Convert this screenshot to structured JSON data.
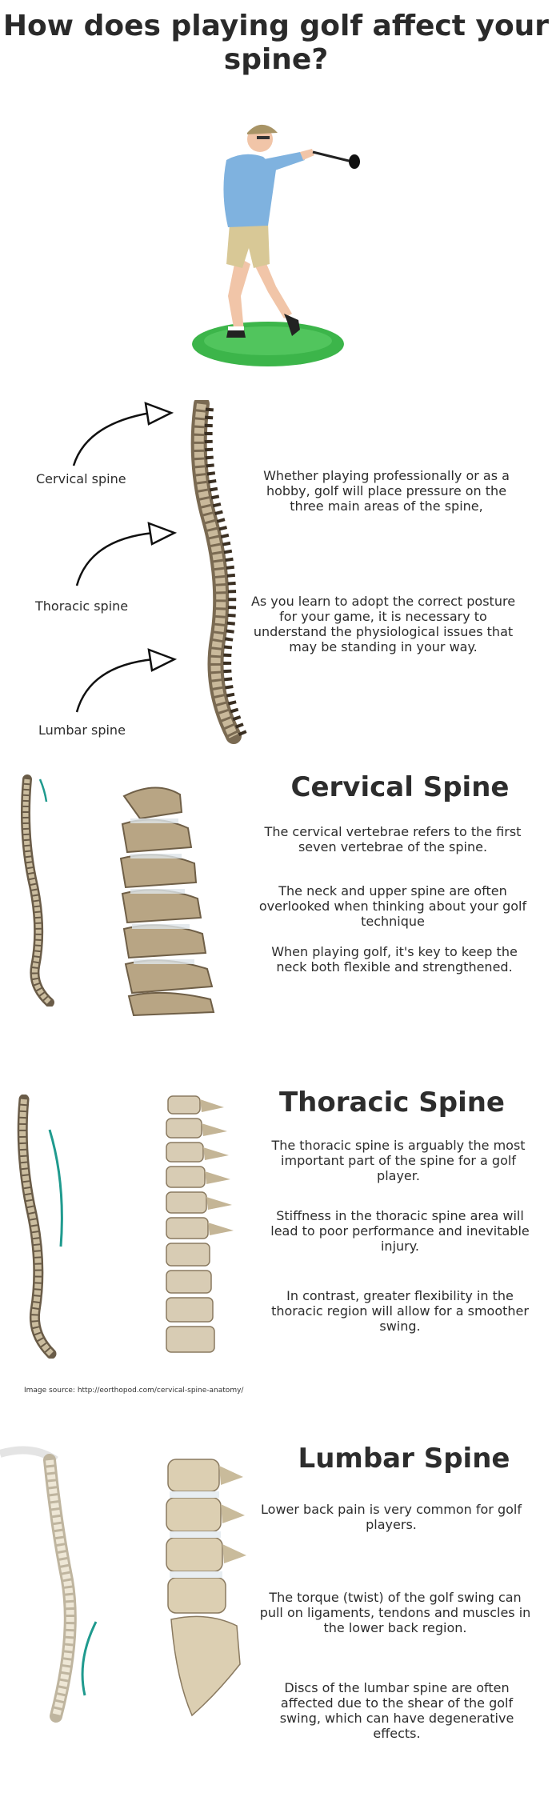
{
  "title": "How does playing golf affect your\nspine?",
  "overview": {
    "labels": [
      "Cervical spine",
      "Thoracic spine",
      "Lumbar spine"
    ],
    "text1": "Whether playing professionally or as a hobby, golf will place pressure  on the three main areas of the spine,",
    "text2": "As you learn to adopt the correct posture for your game, it is necessary to understand the physiological issues that may be standing in your way."
  },
  "cervical": {
    "heading": "Cervical Spine",
    "p1": "The cervical vertebrae refers to the first seven vertebrae of the spine.",
    "p2": "The neck and upper spine are often overlooked when thinking about your golf technique",
    "p3": "When playing golf, it's key to keep the neck both flexible and strengthened."
  },
  "thoracic": {
    "heading": "Thoracic Spine",
    "p1": "The thoracic spine is arguably the most important part of the spine for a golf player.",
    "p2": "Stiffness in the thoracic spine area will lead to poor performance and inevitable injury.",
    "p3": "In contrast, greater flexibility in the thoracic region will allow for a smoother swing."
  },
  "image_source": "Image source: http://eorthopod.com/cervical-spine-anatomy/",
  "lumbar": {
    "heading": "Lumbar Spine",
    "p1": "Lower back pain is very common for golf players.",
    "p2": "The torque (twist) of the golf swing can pull on ligaments, tendons and muscles in the lower back region.",
    "p3": "Discs of the lumbar spine are often affected due to the shear of the golf swing, which can have degenerative effects."
  },
  "colors": {
    "accent_teal": "#1f9a8e",
    "grass_green": "#3cb54a",
    "bone": "#c9b99b",
    "bone_dark": "#7a6a52"
  }
}
